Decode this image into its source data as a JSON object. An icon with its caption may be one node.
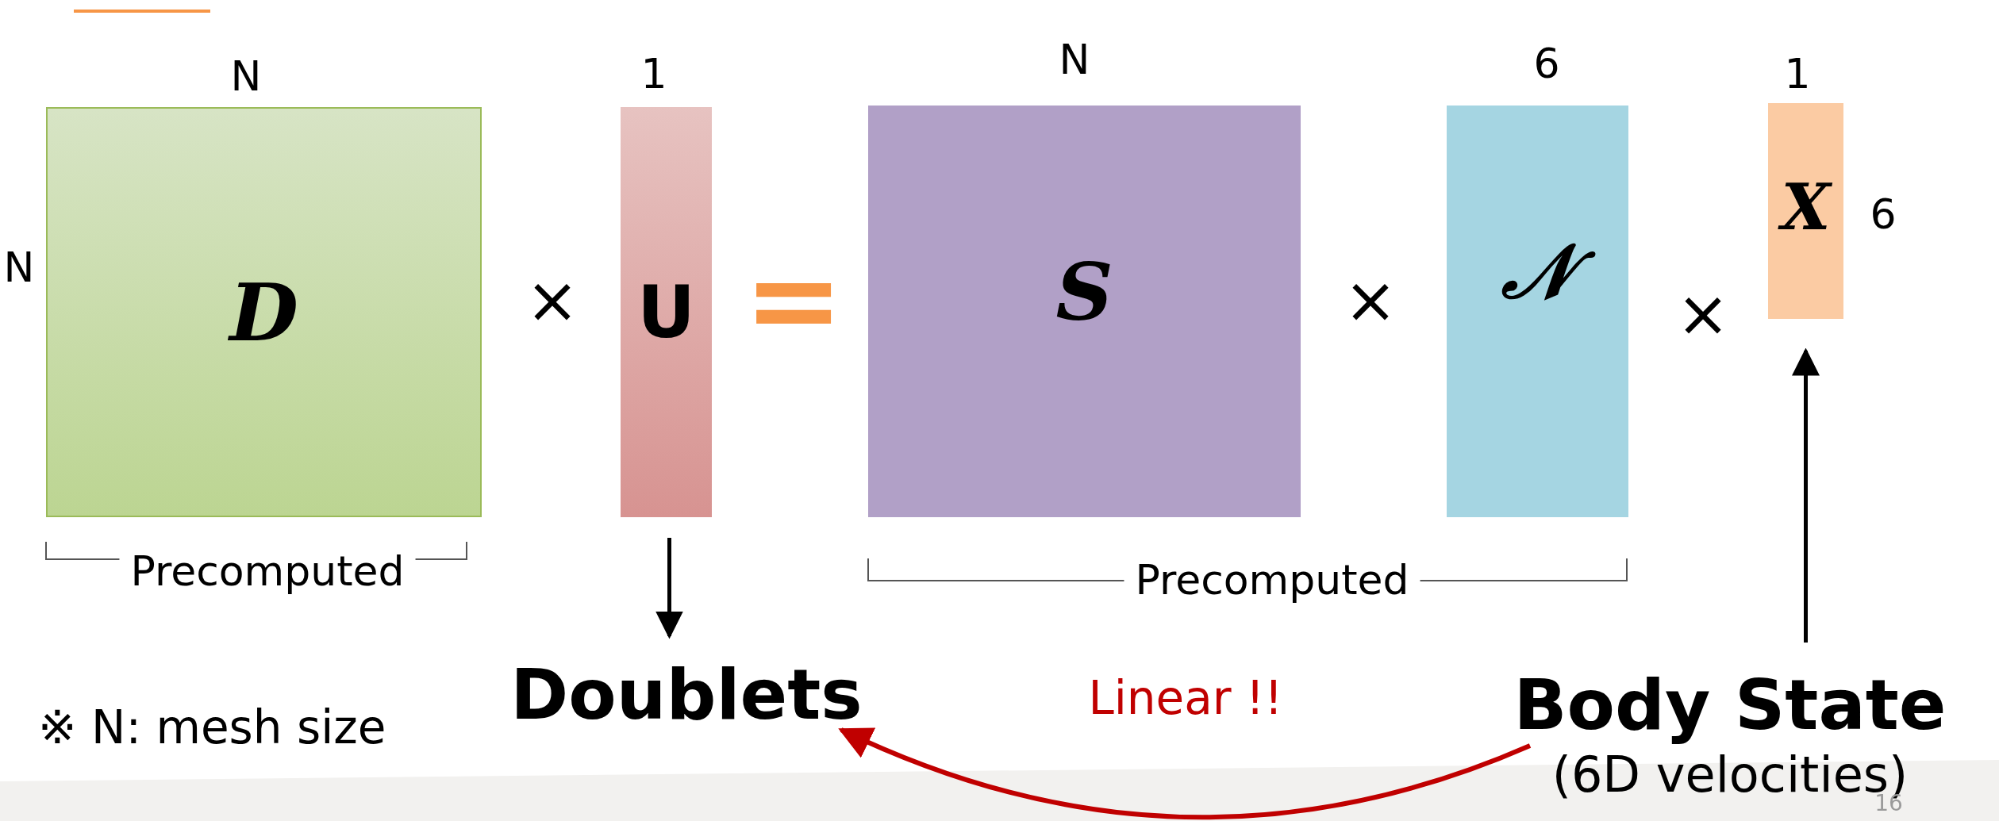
{
  "diagram": {
    "nodes": [
      {
        "text": [
          "D"
        ]
      },
      {
        "text": [
          "U"
        ]
      },
      {
        "text": [
          "S"
        ]
      },
      {
        "text": [
          "𝒩"
        ]
      },
      {
        "text": [
          "X"
        ]
      },
      {
        "text": [
          "Doublets"
        ]
      },
      {
        "text": [
          "Body State",
          "(6D velocities)"
        ]
      }
    ],
    "edges": [
      {
        "from": 1,
        "to": 5,
        "arrow": "to"
      },
      {
        "from": 6,
        "to": 4,
        "arrow": "to"
      },
      {
        "from": 6,
        "to": 5,
        "arrow": "to",
        "label": "Linear !!",
        "color": "#c00000"
      }
    ],
    "labels": [
      "N",
      "1",
      "N",
      "6",
      "1",
      "N",
      "6",
      "×",
      "=",
      "×",
      "×",
      "Precomputed",
      "Precomputed",
      "※ N: mesh size",
      "16"
    ]
  }
}
